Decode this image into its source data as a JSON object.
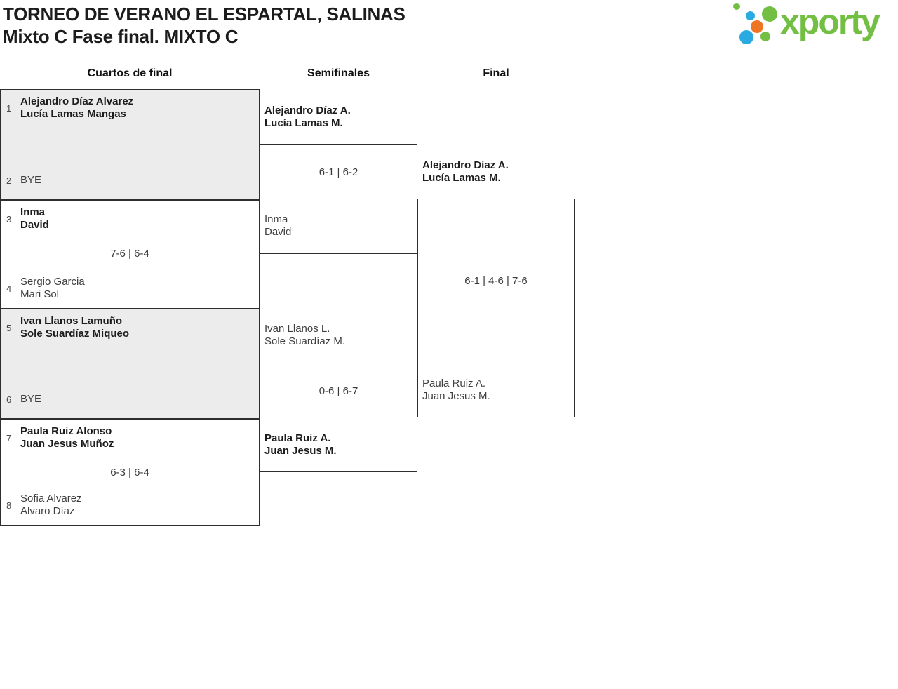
{
  "header": {
    "title_line1": "TORNEO DE VERANO EL ESPARTAL, SALINAS",
    "title_line2": "Mixto C Fase final. MIXTO C",
    "logo_text": "xporty"
  },
  "rounds": [
    "Cuartos de final",
    "Semifinales",
    "Final"
  ],
  "colors": {
    "logo_green": "#72bf44",
    "logo_blue": "#29abe2",
    "logo_orange": "#ee7623",
    "box_shade": "#ececec",
    "box_border": "#2e2e2e"
  },
  "bracket": {
    "quarterfinals": [
      {
        "seed_top": "1",
        "team_top": [
          "Alejandro Díaz Alvarez",
          "Lucía Lamas Mangas"
        ],
        "top_winner": true,
        "seed_bottom": "2",
        "team_bottom": [
          "BYE"
        ],
        "bottom_winner": false,
        "score": "",
        "shaded": true
      },
      {
        "seed_top": "3",
        "team_top": [
          "Inma",
          "David"
        ],
        "top_winner": true,
        "seed_bottom": "4",
        "team_bottom": [
          "Sergio Garcia",
          "Mari Sol"
        ],
        "bottom_winner": false,
        "score": "7-6 | 6-4",
        "shaded": false
      },
      {
        "seed_top": "5",
        "team_top": [
          "Ivan Llanos Lamuño",
          "Sole Suardíaz Miqueo"
        ],
        "top_winner": true,
        "seed_bottom": "6",
        "team_bottom": [
          "BYE"
        ],
        "bottom_winner": false,
        "score": "",
        "shaded": true
      },
      {
        "seed_top": "7",
        "team_top": [
          "Paula Ruiz Alonso",
          "Juan Jesus Muñoz"
        ],
        "top_winner": true,
        "seed_bottom": "8",
        "team_bottom": [
          "Sofia Alvarez",
          "Alvaro Díaz"
        ],
        "bottom_winner": false,
        "score": "6-3 | 6-4",
        "shaded": false
      }
    ],
    "semifinals": [
      {
        "team_top": [
          "Alejandro Díaz A.",
          "Lucía Lamas M."
        ],
        "top_winner": true,
        "team_bottom": [
          "Inma",
          "David"
        ],
        "bottom_winner": false,
        "score": "6-1 | 6-2"
      },
      {
        "team_top": [
          "Ivan Llanos L.",
          "Sole Suardíaz M."
        ],
        "top_winner": false,
        "team_bottom": [
          "Paula Ruiz A.",
          "Juan Jesus M."
        ],
        "bottom_winner": true,
        "score": "0-6 | 6-7"
      }
    ],
    "final": {
      "team_top": [
        "Alejandro Díaz A.",
        "Lucía Lamas M."
      ],
      "top_winner": true,
      "team_bottom": [
        "Paula Ruiz A.",
        "Juan Jesus M."
      ],
      "bottom_winner": false,
      "score": "6-1 | 4-6 | 7-6"
    }
  }
}
